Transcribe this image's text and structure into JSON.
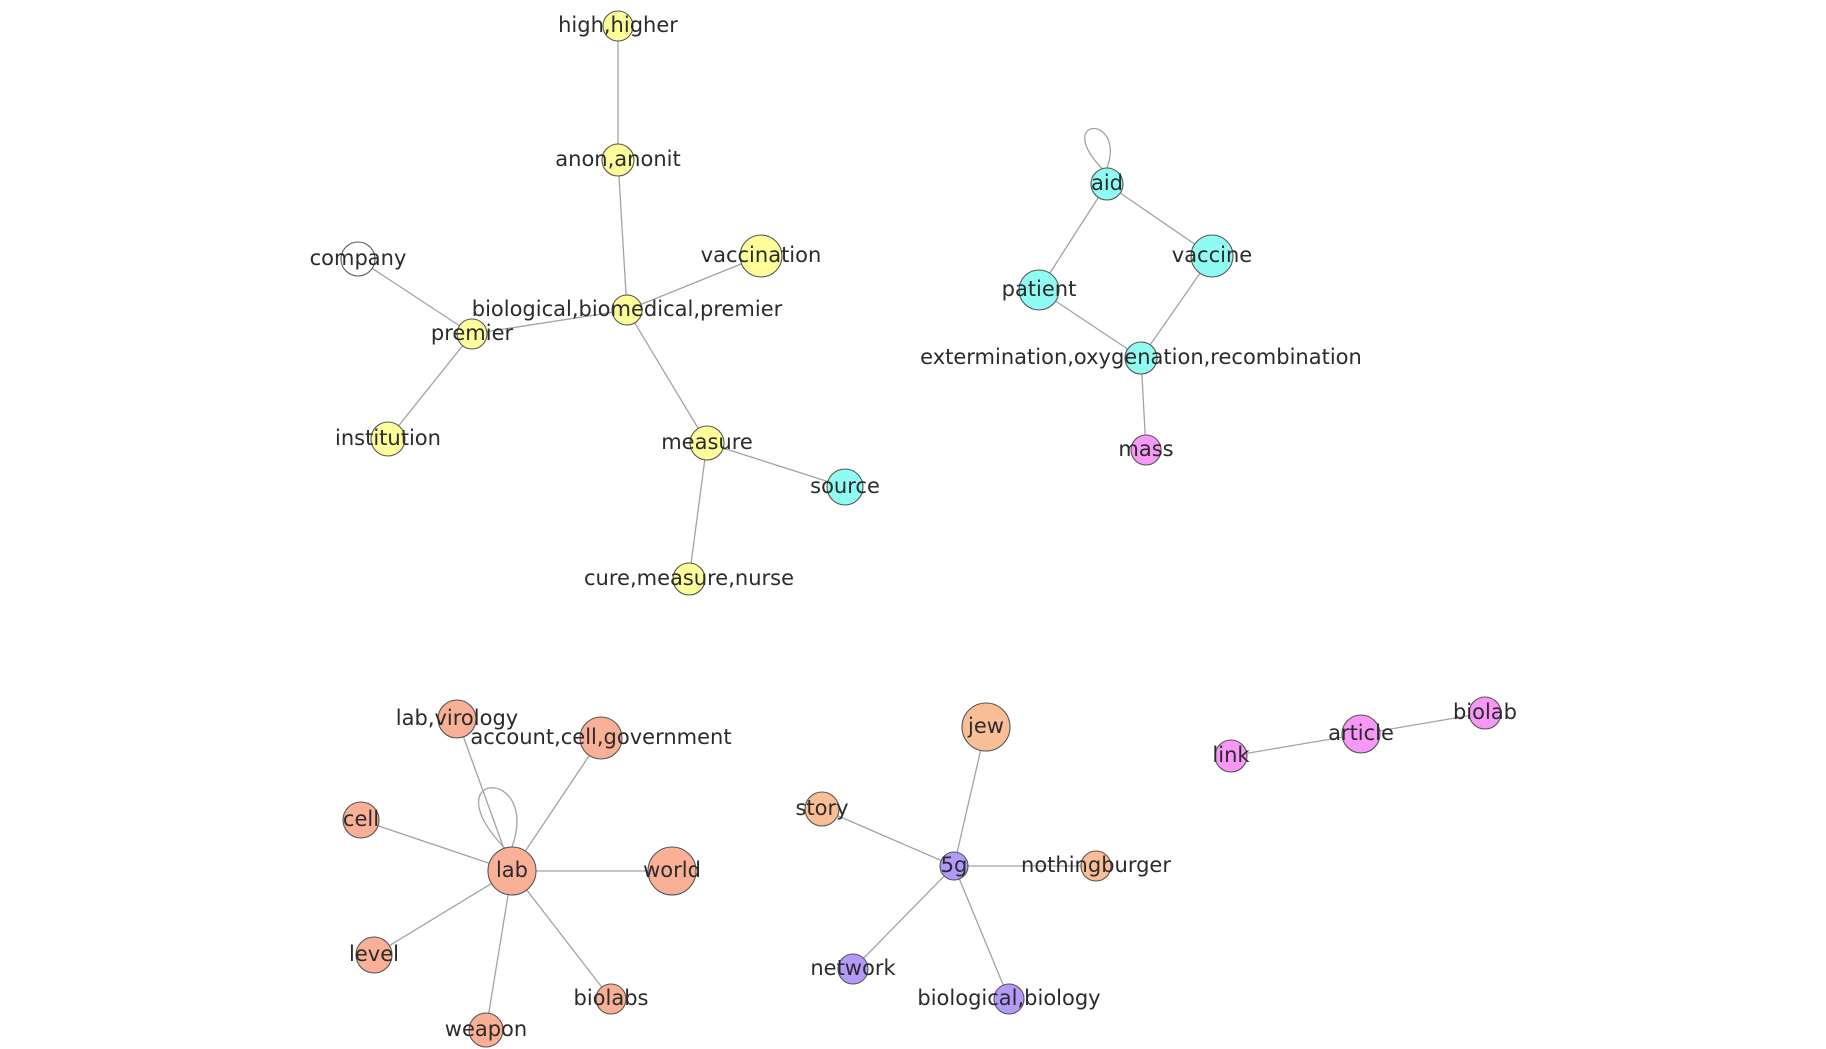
{
  "palette": {
    "yellow": "#fdfd9a",
    "cyan": "#8ffbf3",
    "salmon": "#f9b096",
    "peach": "#f9be95",
    "purple": "#b39afa",
    "pink": "#f797f6",
    "hollow": "#ffffff"
  },
  "nodes": [
    {
      "id": "high_higher",
      "label": "high,higher",
      "color": "yellow"
    },
    {
      "id": "anon_anonit",
      "label": "anon,anonit",
      "color": "yellow"
    },
    {
      "id": "vaccination",
      "label": "vaccination",
      "color": "yellow"
    },
    {
      "id": "company",
      "label": "company",
      "color": "hollow"
    },
    {
      "id": "bio_premier",
      "label": "biological,biomedical,premier",
      "color": "yellow"
    },
    {
      "id": "premier",
      "label": "premier",
      "color": "yellow"
    },
    {
      "id": "institution",
      "label": "institution",
      "color": "yellow"
    },
    {
      "id": "measure",
      "label": "measure",
      "color": "yellow"
    },
    {
      "id": "source",
      "label": "source",
      "color": "cyan"
    },
    {
      "id": "cure",
      "label": "cure,measure,nurse",
      "color": "yellow"
    },
    {
      "id": "aid",
      "label": "aid",
      "color": "cyan"
    },
    {
      "id": "vaccine",
      "label": "vaccine",
      "color": "cyan"
    },
    {
      "id": "patient",
      "label": "patient",
      "color": "cyan"
    },
    {
      "id": "exterm",
      "label": "extermination,oxygenation,recombination",
      "color": "cyan"
    },
    {
      "id": "mass",
      "label": "mass",
      "color": "pink"
    },
    {
      "id": "lab_virology",
      "label": "lab,virology",
      "color": "salmon"
    },
    {
      "id": "account",
      "label": "account,cell,government",
      "color": "salmon"
    },
    {
      "id": "cell",
      "label": "cell",
      "color": "salmon"
    },
    {
      "id": "lab",
      "label": "lab",
      "color": "salmon"
    },
    {
      "id": "world",
      "label": "world",
      "color": "salmon"
    },
    {
      "id": "level",
      "label": "level",
      "color": "salmon"
    },
    {
      "id": "biolabs",
      "label": "biolabs",
      "color": "salmon"
    },
    {
      "id": "weapon",
      "label": "weapon",
      "color": "salmon"
    },
    {
      "id": "jew",
      "label": "jew",
      "color": "peach"
    },
    {
      "id": "story",
      "label": "story",
      "color": "peach"
    },
    {
      "id": "fiveg",
      "label": "5g",
      "color": "purple"
    },
    {
      "id": "nothingburger",
      "label": "nothingburger",
      "color": "peach"
    },
    {
      "id": "network",
      "label": "network",
      "color": "purple"
    },
    {
      "id": "bio_biology",
      "label": "biological,biology",
      "color": "purple"
    },
    {
      "id": "link",
      "label": "link",
      "color": "pink"
    },
    {
      "id": "article",
      "label": "article",
      "color": "pink"
    },
    {
      "id": "biolab",
      "label": "biolab",
      "color": "pink"
    }
  ],
  "edges": [
    [
      "high_higher",
      "anon_anonit"
    ],
    [
      "anon_anonit",
      "bio_premier"
    ],
    [
      "bio_premier",
      "vaccination"
    ],
    [
      "bio_premier",
      "premier"
    ],
    [
      "bio_premier",
      "measure"
    ],
    [
      "company",
      "premier"
    ],
    [
      "premier",
      "institution"
    ],
    [
      "measure",
      "source"
    ],
    [
      "measure",
      "cure"
    ],
    [
      "aid",
      "aid"
    ],
    [
      "aid",
      "vaccine"
    ],
    [
      "aid",
      "patient"
    ],
    [
      "patient",
      "exterm"
    ],
    [
      "vaccine",
      "exterm"
    ],
    [
      "exterm",
      "mass"
    ],
    [
      "lab",
      "lab"
    ],
    [
      "lab",
      "lab_virology"
    ],
    [
      "lab",
      "account"
    ],
    [
      "lab",
      "cell"
    ],
    [
      "lab",
      "world"
    ],
    [
      "lab",
      "level"
    ],
    [
      "lab",
      "weapon"
    ],
    [
      "lab",
      "biolabs"
    ],
    [
      "fiveg",
      "jew"
    ],
    [
      "fiveg",
      "story"
    ],
    [
      "fiveg",
      "nothingburger"
    ],
    [
      "fiveg",
      "network"
    ],
    [
      "fiveg",
      "bio_biology"
    ],
    [
      "link",
      "article"
    ],
    [
      "article",
      "biolab"
    ]
  ]
}
